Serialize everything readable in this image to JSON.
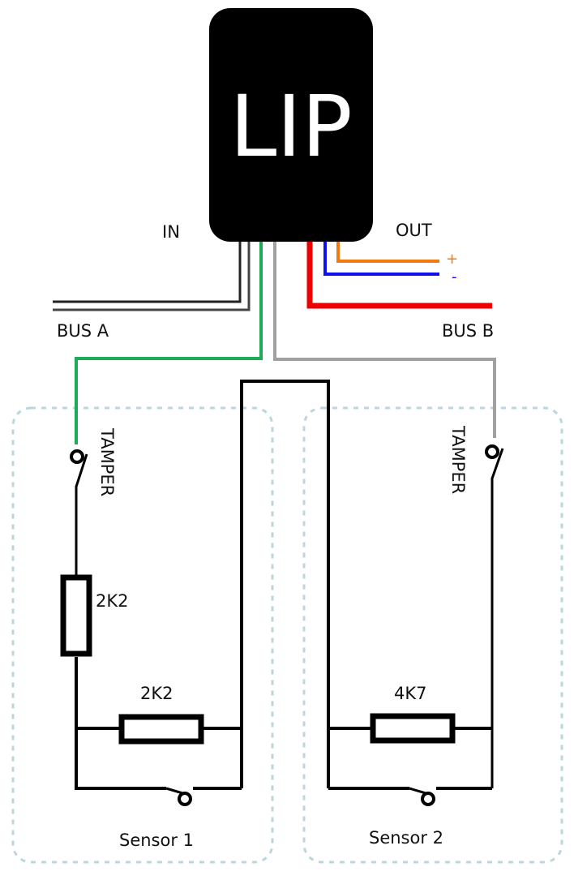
{
  "device": {
    "label": "LIP"
  },
  "labels": {
    "in": "IN",
    "out": "OUT",
    "bus_a": "BUS  A",
    "bus_b": "BUS  B",
    "plus": "+",
    "minus": "-"
  },
  "sensors": [
    {
      "name": "Sensor 1",
      "tamper": "TAMPER",
      "tamper_resistor": "2K2",
      "alarm_resistor": "2K2"
    },
    {
      "name": "Sensor 2",
      "tamper": "TAMPER",
      "alarm_resistor": "4K7"
    }
  ],
  "colors": {
    "green": "#1faa5a",
    "gray": "#a0a0a0",
    "red": "#ee0000",
    "blue": "#1010ee",
    "orange": "#f07a10",
    "dash": "#bcd6de"
  }
}
